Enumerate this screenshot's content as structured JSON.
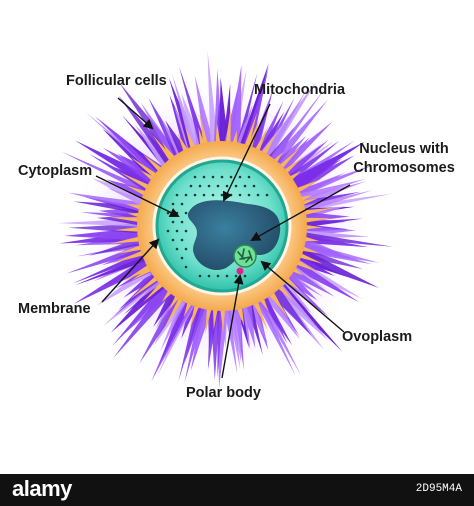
{
  "labels": {
    "follicular_cells": "Follicular cells",
    "mitochondria": "Mitochondria",
    "nucleus_line1": "Nucleus with",
    "nucleus_line2": "Chromosomes",
    "cytoplasm": "Cytoplasm",
    "membrane": "Membrane",
    "ovoplasm": "Ovoplasm",
    "polar_body": "Polar body"
  },
  "footer": {
    "logo_text": "alamy",
    "image_code": "2D95M4A"
  },
  "colors": {
    "follicle_purple": "#8a3ff0",
    "follicle_light": "#c99bff",
    "halo": "#f0e4ff",
    "zona_orange": "#f5b05a",
    "zona_light": "#ffd49a",
    "cytoplasm_teal": "#3ecfb8",
    "cytoplasm_light": "#9ef0e0",
    "nucleus_blue": "#2f6a8a",
    "chromosome_green": "#4fc47a",
    "polar_body_pink": "#e0208c"
  },
  "icons": {
    "arrow": "arrow-icon"
  }
}
